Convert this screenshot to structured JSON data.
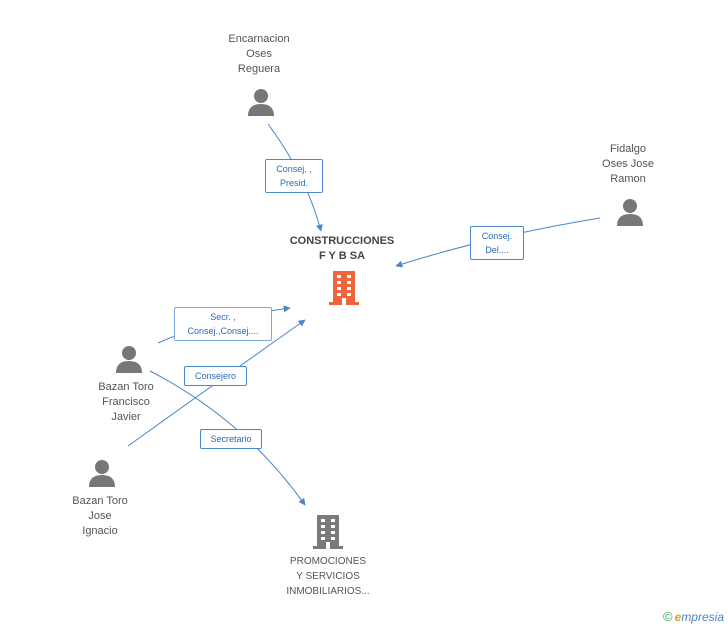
{
  "nodes": {
    "encarnacion": {
      "lines": [
        "Encarnacion",
        "Oses",
        "Reguera"
      ]
    },
    "fidalgo": {
      "lines": [
        "Fidalgo",
        "Oses Jose",
        "Ramon"
      ]
    },
    "construcciones": {
      "lines": [
        "CONSTRUCCIONES",
        "F Y B SA"
      ]
    },
    "francisco": {
      "lines": [
        "Bazan Toro",
        "Francisco",
        "Javier"
      ]
    },
    "ignacio": {
      "lines": [
        "Bazan Toro",
        "Jose",
        "Ignacio"
      ]
    },
    "promociones": {
      "lines": [
        "PROMOCIONES",
        "Y SERVICIOS",
        "INMOBILIARIOS..."
      ]
    }
  },
  "edges": {
    "encarnacion_construcciones": {
      "lines": [
        "Consej. ,",
        "Presid."
      ]
    },
    "fidalgo_construcciones": {
      "lines": [
        "Consej.",
        "Del...."
      ]
    },
    "francisco_construcciones": {
      "lines": [
        "Secr. ,",
        "Consej.,Consej...."
      ]
    },
    "ignacio_construcciones": {
      "lines": [
        "Consejero"
      ]
    },
    "francisco_promociones": {
      "lines": [
        "Secretario"
      ]
    }
  },
  "colors": {
    "edge": "#4a86c8",
    "person_icon": "#777777",
    "main_company_icon": "#f0643c",
    "company_icon": "#7a7a7a"
  },
  "brand": {
    "copyright": "©",
    "e": "e",
    "rest": "mpresia"
  }
}
